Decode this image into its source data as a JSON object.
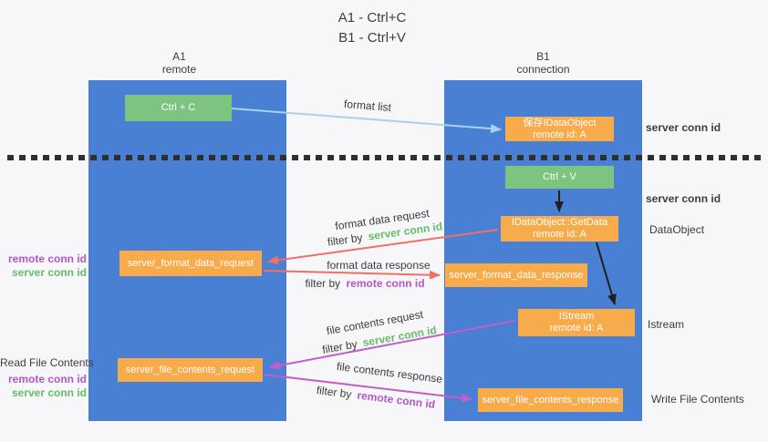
{
  "title": {
    "line1": "A1 - Ctrl+C",
    "line2": "B1 - Ctrl+V"
  },
  "lanes": {
    "left": {
      "name": "A1",
      "role": "remote"
    },
    "right": {
      "name": "B1",
      "role": "connection"
    }
  },
  "nodes": {
    "ctrl_c": {
      "label": "Ctrl + C"
    },
    "save_idataobject": {
      "line1": "保存IDataObject",
      "line2": "remote id: A"
    },
    "ctrl_v": {
      "label": "Ctrl + V"
    },
    "getdata": {
      "line1": "IDataObject::GetData",
      "line2": "remote id: A"
    },
    "format_request": {
      "label": "server_format_data_request"
    },
    "format_response": {
      "label": "server_format_data_response"
    },
    "istream": {
      "line1": "IStream",
      "line2": "remote id: A"
    },
    "file_request": {
      "label": "server_file_contents_request"
    },
    "file_response": {
      "label": "server_file_contents_response"
    }
  },
  "flow_labels": {
    "format_list": "format list",
    "format_data_request": "format data request",
    "format_data_response": "format data response",
    "file_contents_request": "file contents request",
    "file_contents_response": "file contents response",
    "filter_by": "filter by",
    "server_conn_id": "server conn id",
    "remote_conn_id": "remote conn id"
  },
  "side_labels": {
    "left": {
      "format_remote_conn": "remote conn id",
      "format_server_conn": "server conn id",
      "read_file_contents": "Read File Contents",
      "file_remote_conn": "remote conn id",
      "file_server_conn": "server conn id"
    },
    "right": {
      "server_conn_top": "server conn id",
      "server_conn_mid": "server conn id",
      "dataobject": "DataObject",
      "istream": "Istream",
      "write_file_contents": "Write File Contents"
    }
  },
  "colors": {
    "bg": "#f7f7f9",
    "lane_blue": "#4a80d4",
    "box_green": "#7cc47f",
    "box_orange": "#f8ab4b",
    "box_text": "#ffffff",
    "text_dark": "#3d3d3d",
    "text_green": "#65bd6a",
    "text_purple": "#b158c5",
    "arrow_red": "#ee7067",
    "arrow_purple": "#c05ecb",
    "arrow_blue": "#a9d1ef",
    "arrow_black": "#1f1f1f",
    "divider": "#2f2f2f"
  }
}
